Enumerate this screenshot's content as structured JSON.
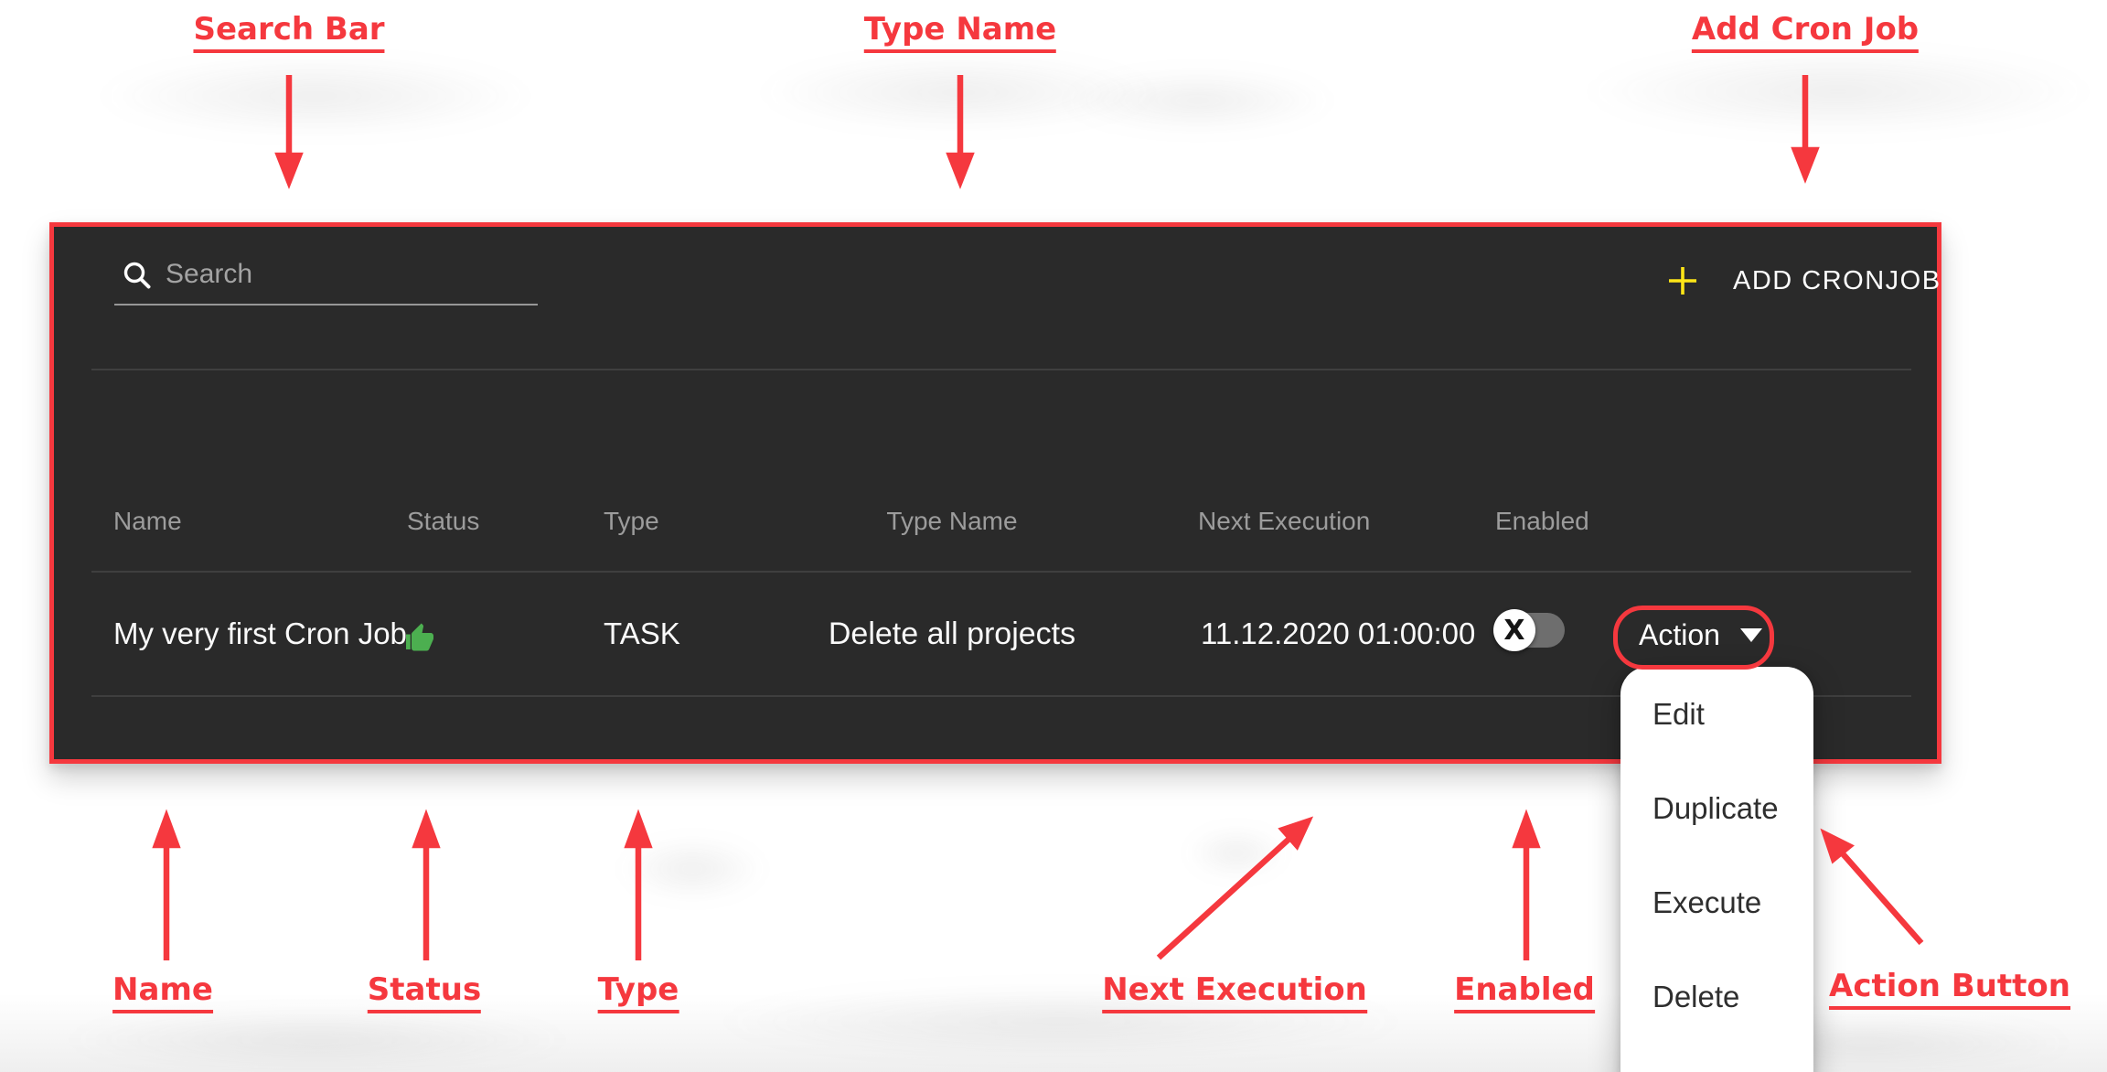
{
  "colors": {
    "annotation_red": "#f5383e",
    "panel_bg": "#2a2a2a",
    "plus_yellow": "#ffe617",
    "status_green": "#4caf50"
  },
  "annotations": {
    "top": [
      {
        "label": "Search Bar"
      },
      {
        "label": "Type Name"
      },
      {
        "label": "Add Cron Job"
      }
    ],
    "bottom": [
      {
        "label": "Name"
      },
      {
        "label": "Status"
      },
      {
        "label": "Type"
      },
      {
        "label": "Next Execution"
      },
      {
        "label": "Enabled"
      },
      {
        "label": "Action Button"
      }
    ]
  },
  "panel": {
    "search": {
      "placeholder": "Search"
    },
    "add_button": {
      "label": "ADD CRONJOB",
      "icon": "plus-icon"
    },
    "table": {
      "columns": [
        {
          "label": "Name"
        },
        {
          "label": "Status"
        },
        {
          "label": "Type"
        },
        {
          "label": "Type Name"
        },
        {
          "label": "Next Execution"
        },
        {
          "label": "Enabled"
        }
      ],
      "row": {
        "name": "My very first Cron Job",
        "status_icon": "thumbs-up-icon",
        "type": "TASK",
        "type_name": "Delete all projects",
        "next_execution": "11.12.2020 01:00:00",
        "enabled": false,
        "toggle_glyph": "X",
        "action_label": "Action"
      }
    },
    "action_menu": {
      "items": [
        {
          "label": "Edit"
        },
        {
          "label": "Duplicate"
        },
        {
          "label": "Execute"
        },
        {
          "label": "Delete"
        }
      ]
    }
  }
}
